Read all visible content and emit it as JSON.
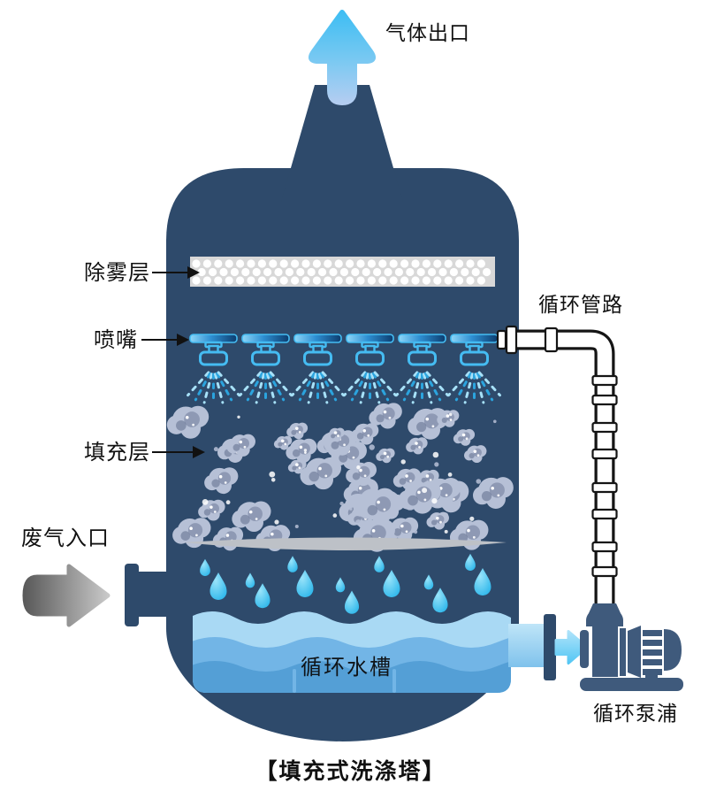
{
  "title": "【填充式洗涤塔】",
  "labels": {
    "gas_outlet": "气体出口",
    "demister": "除雾层",
    "nozzle": "喷嘴",
    "circulation_pipe": "循环管路",
    "packing": "填充层",
    "waste_gas_inlet": "废气入口",
    "water_tank": "循环水槽",
    "pump": "循环泵浦"
  },
  "colors": {
    "tower": "#2e4a6b",
    "pump": "#3f5a7c",
    "demister_band": "#d8d8d8",
    "nozzle_outline": "#45bcf2",
    "spray_light": "#a7e1f8",
    "spray_mid": "#2ba4de",
    "pipe_seg_light": "#8ed7f8",
    "pipe_seg_dark": "#0c3c6e",
    "packing_light": "#b6c0d6",
    "packing_mid": "#8e99b4",
    "packing_dark": "#5f6c8c",
    "plate": "#bdc1c7",
    "water_top": "#a9d9f4",
    "water_mid": "#72b5e6",
    "water_deep": "#549fd6",
    "drop": "#27b4ea",
    "drop_hi": "#9ae4fa",
    "gas_arrow_top": "#3fbef3",
    "gas_arrow_mid": "#7cc9f2",
    "gas_arrow_bottom": "#b3cdf1",
    "gray_dark": "#5a5a5a",
    "gray_light": "#c8c8c8",
    "cyan_arrow_light": "#aee3fa",
    "cyan_arrow": "#54c7f4",
    "outlet_pipe_top": "#bfe5f8",
    "outlet_pipe_bottom": "#7fc2ec",
    "pipe_outline": "#151515",
    "leader": "#111111"
  }
}
